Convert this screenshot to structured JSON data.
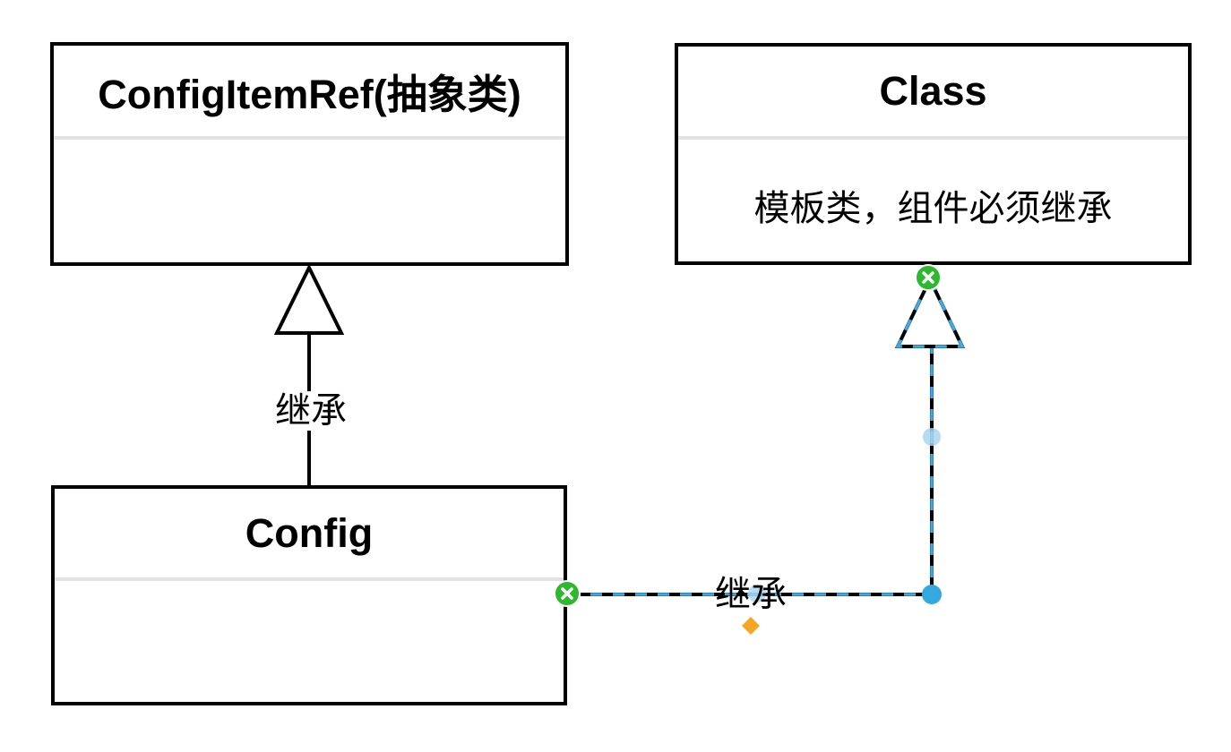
{
  "diagram": {
    "boxes": {
      "config_item_ref": {
        "title": "ConfigItemRef(抽象类)",
        "body": ""
      },
      "class_box": {
        "title": "Class",
        "body": "模板类，组件必须继承"
      },
      "config": {
        "title": "Config",
        "body": ""
      }
    },
    "edges": {
      "config_to_configitemref": {
        "label": "继承",
        "type": "inheritance"
      },
      "config_to_class": {
        "label": "继承",
        "type": "inheritance",
        "state": "selected"
      }
    }
  },
  "colors": {
    "box_border": "#000000",
    "divider_gray": "#e2e2e2",
    "edge_black": "#000000",
    "selection_dash_blue": "#3fa9e5",
    "waypoint_blue": "#33a9e0",
    "virtual_waypoint_blue": "#a9d5f0",
    "endpoint_green": "#2db82d",
    "label_handle_orange": "#f5a623",
    "arrowhead_fill": "#ffffff"
  }
}
